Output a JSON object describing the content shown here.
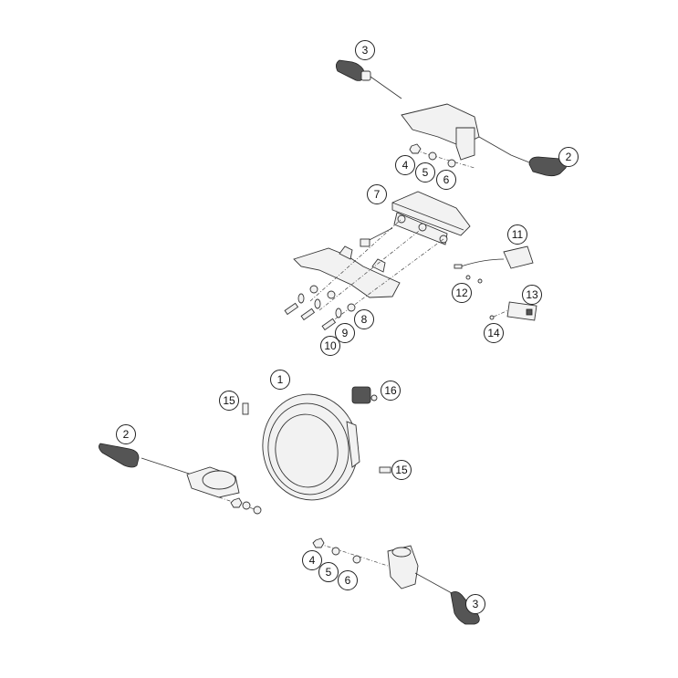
{
  "diagram": {
    "type": "exploded-parts-diagram",
    "callouts": [
      "3",
      "2",
      "4",
      "5",
      "6",
      "7",
      "11",
      "12",
      "13",
      "14",
      "8",
      "9",
      "10",
      "1",
      "15",
      "16",
      "2",
      "15",
      "4",
      "5",
      "6",
      "3"
    ]
  }
}
